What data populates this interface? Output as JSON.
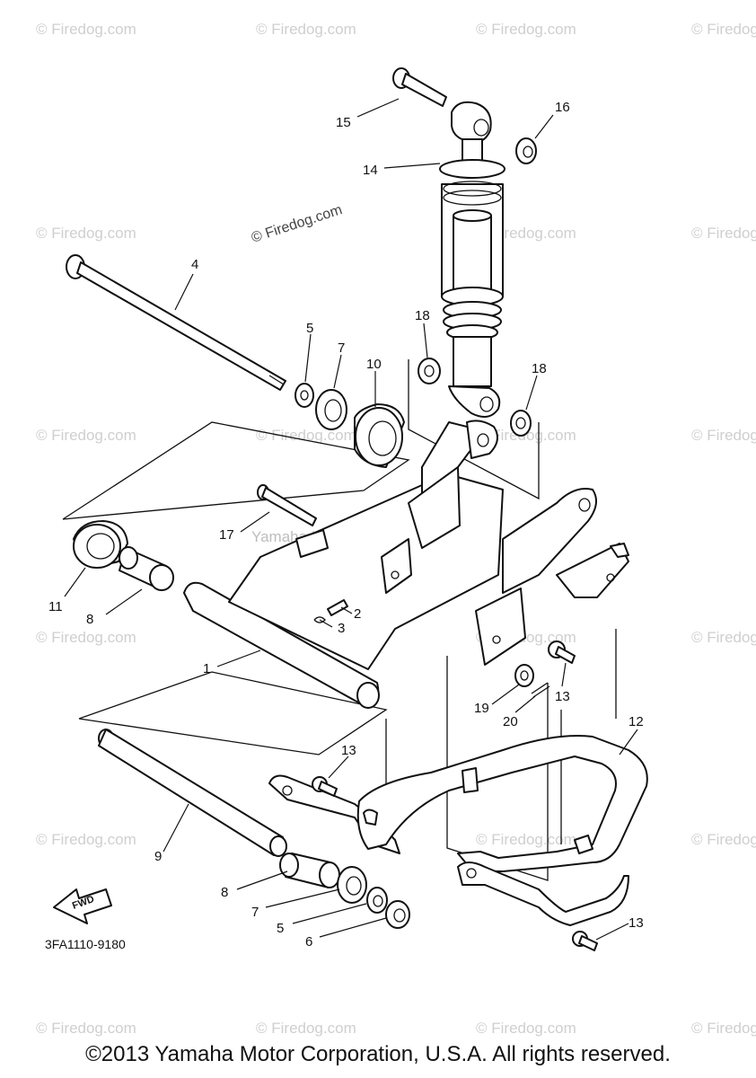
{
  "watermark": "© Firedog.com",
  "center_watermark": "Yamaha Motor Corp., U.S.A.",
  "diagram_code": "3FA1110-9180",
  "fwd_label": "FWD",
  "callouts": {
    "c1": "1",
    "c2": "2",
    "c3": "3",
    "c4": "4",
    "c5a": "5",
    "c5b": "5",
    "c6": "6",
    "c7a": "7",
    "c7b": "7",
    "c8a": "8",
    "c8b": "8",
    "c9": "9",
    "c10": "10",
    "c11": "11",
    "c12": "12",
    "c13a": "13",
    "c13b": "13",
    "c13c": "13",
    "c14": "14",
    "c15": "15",
    "c16": "16",
    "c17": "17",
    "c18a": "18",
    "c18b": "18",
    "c19": "19",
    "c20": "20"
  },
  "footer": "©2013 Yamaha Motor Corporation, U.S.A. All rights reserved."
}
